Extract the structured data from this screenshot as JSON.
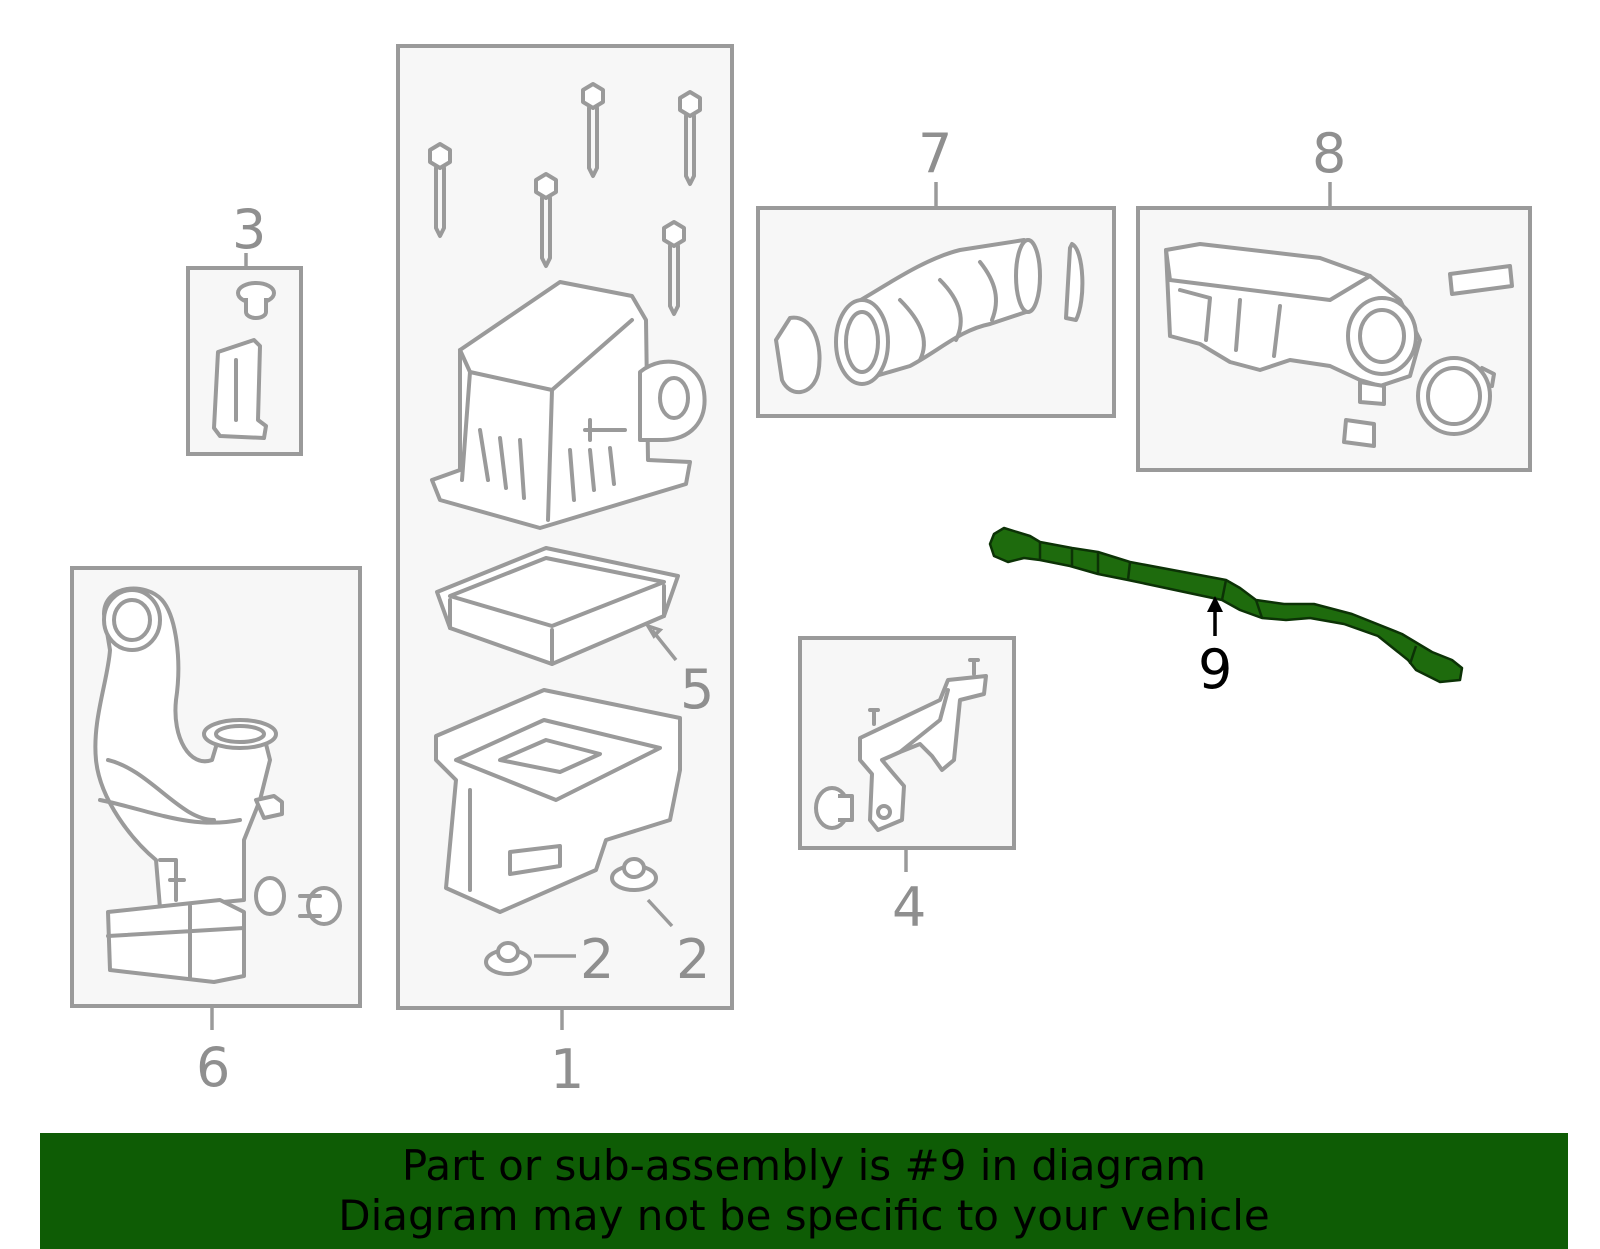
{
  "diagram": {
    "callouts": {
      "c1": "1",
      "c2a": "2",
      "c2b": "2",
      "c3": "3",
      "c4": "4",
      "c5": "5",
      "c6": "6",
      "c7": "7",
      "c8": "8",
      "c9": "9"
    },
    "highlighted_part": "9",
    "colors": {
      "outline": "#9a9a9a",
      "box_fill": "#f7f7f7",
      "highlight": "#1e6b0d",
      "banner": "#0e5c05",
      "banner_text": "#000000"
    }
  },
  "banner": {
    "line1": "Part or sub-assembly is #9 in diagram",
    "line2": "Diagram may not be specific to your vehicle"
  }
}
